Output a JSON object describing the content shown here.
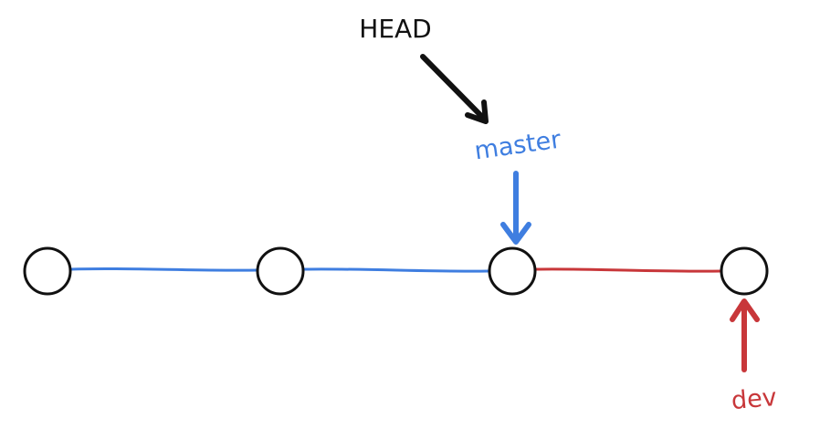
{
  "labels": {
    "head": "HEAD",
    "master": "master",
    "dev": "dev"
  },
  "colors": {
    "background": "#ffffff",
    "head": "#111111",
    "master": "#3f7ee0",
    "dev": "#c8373a",
    "commit_stroke": "#111111",
    "commit_fill": "#ffffff"
  },
  "commits": [
    {
      "id": "c1",
      "branch": "master"
    },
    {
      "id": "c2",
      "branch": "master"
    },
    {
      "id": "c3",
      "branch": "master"
    },
    {
      "id": "c4",
      "branch": "dev"
    }
  ]
}
